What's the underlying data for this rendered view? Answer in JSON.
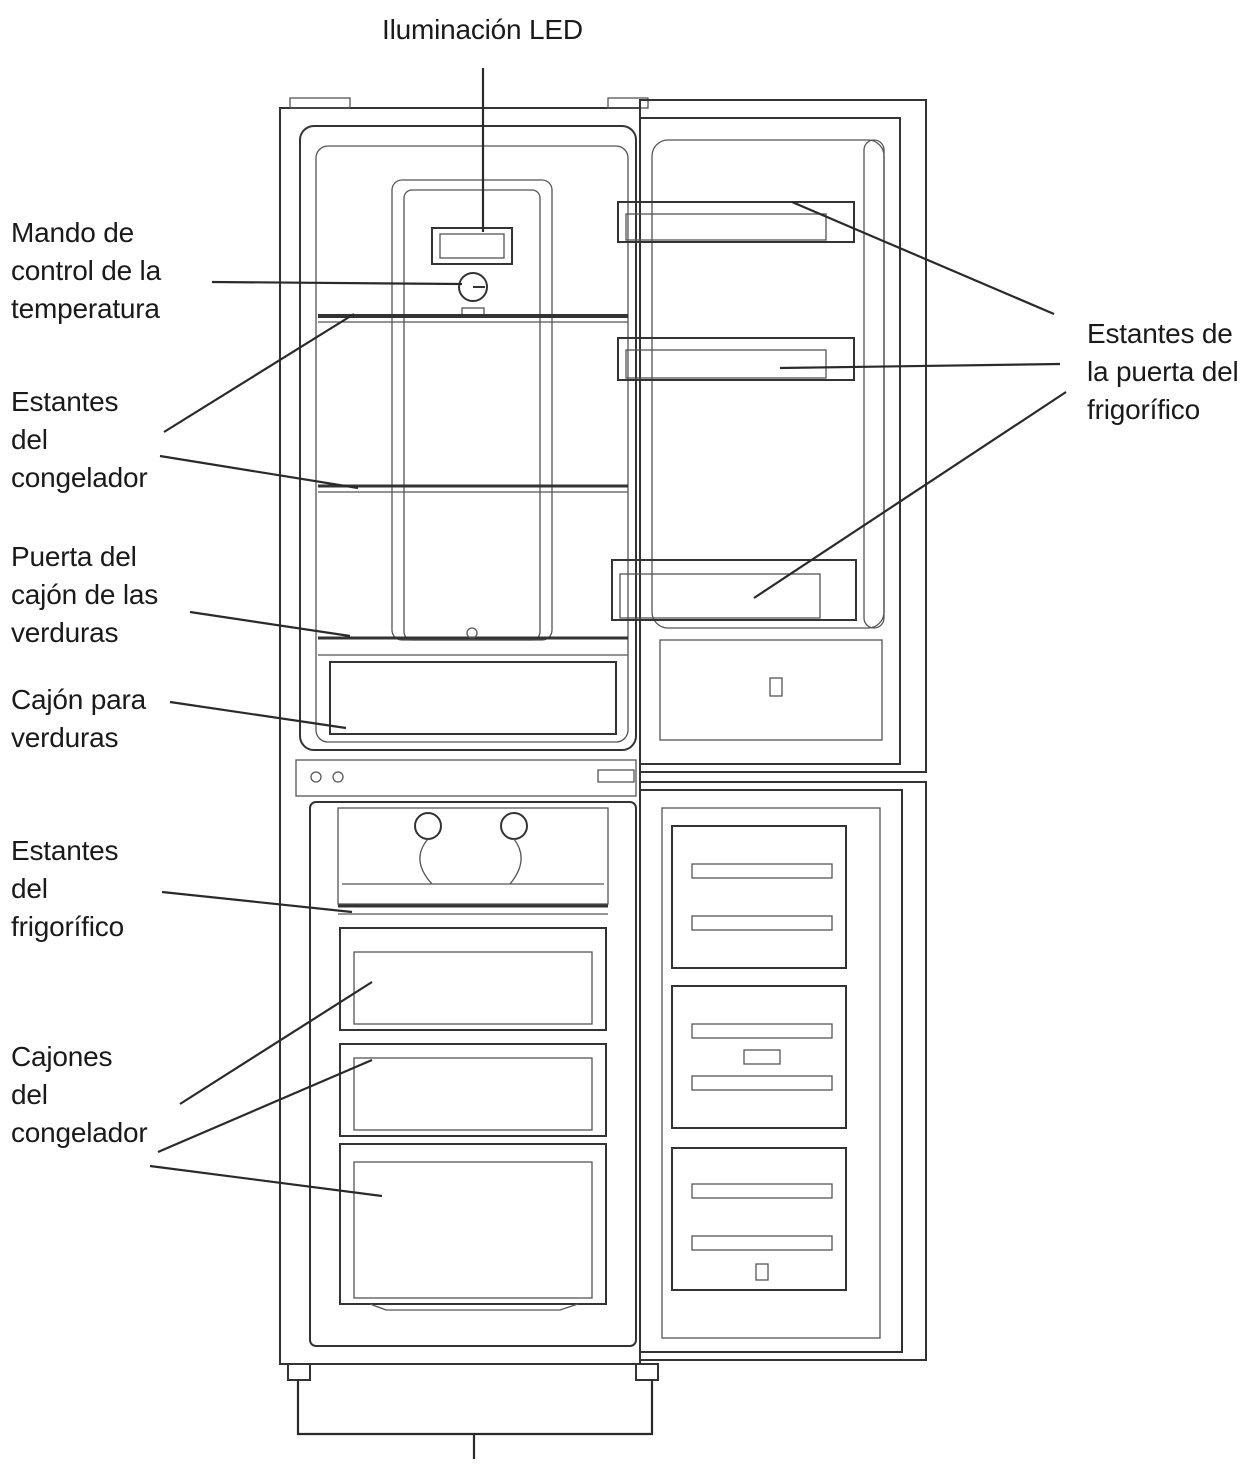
{
  "labels": {
    "led": [
      "Iluminación LED"
    ],
    "temp_control": [
      "Mando de",
      "control de la",
      "temperatura"
    ],
    "freezer_shelves": [
      "Estantes",
      "del",
      "congelador"
    ],
    "crisper_door": [
      "Puerta del",
      "cajón de las",
      "verduras"
    ],
    "crisper": [
      "Cajón para",
      "verduras"
    ],
    "fridge_shelves": [
      "Estantes",
      "del",
      "frigorífico"
    ],
    "freezer_drawers": [
      "Cajones",
      "del",
      "congelador"
    ],
    "door_shelves": [
      "Estantes de",
      "la puerta del",
      "frigorífico"
    ]
  },
  "colors": {
    "line": "#2a2a2a",
    "text": "#1a1a1a",
    "background": "#ffffff"
  }
}
